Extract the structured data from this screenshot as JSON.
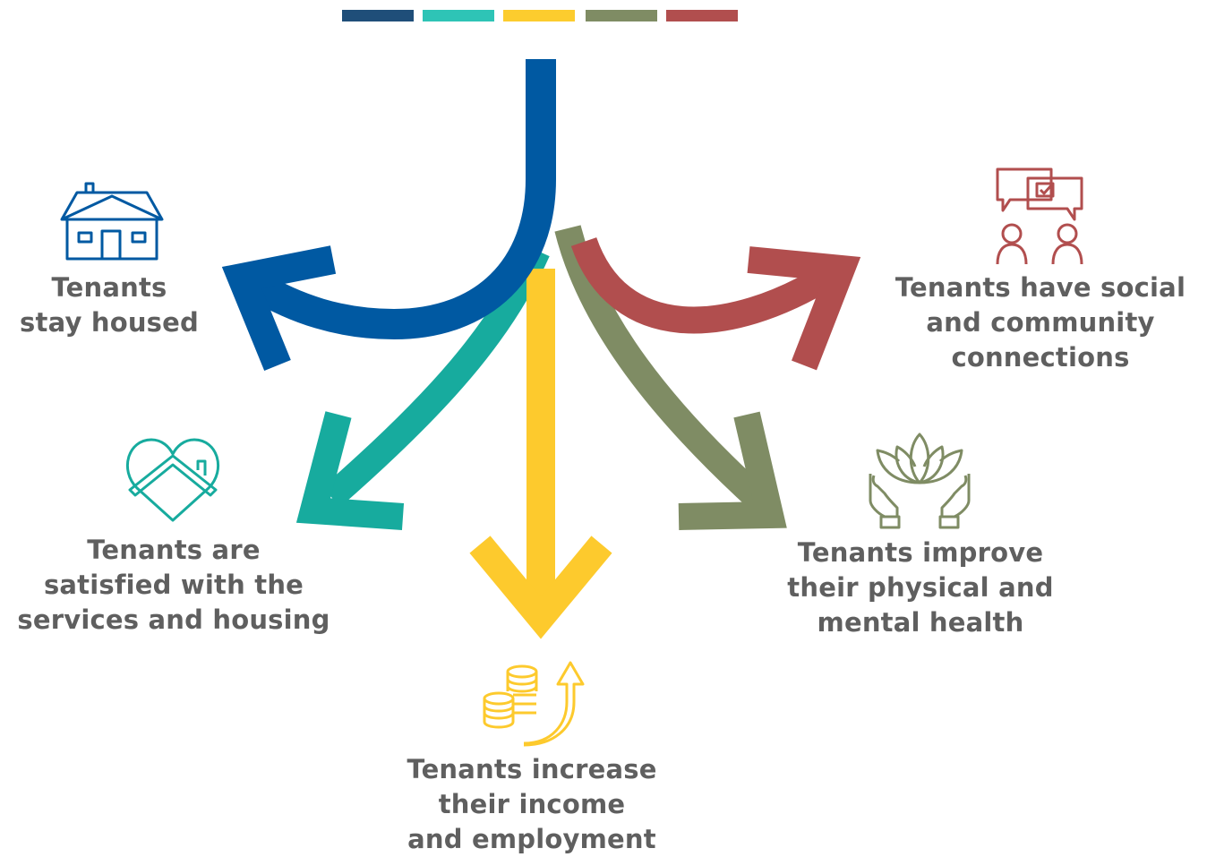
{
  "colors": {
    "bar_1": "#1f4e79",
    "bar_2": "#2ec4b6",
    "bar_3": "#fccc2e",
    "bar_4": "#7f8c64",
    "bar_5": "#b14e4e",
    "blue": "#0059a2",
    "teal": "#17ab9e",
    "yellow": "#fdca2d",
    "green": "#7f8c64",
    "red": "#b14e4e",
    "text": "#5f5f5f"
  },
  "outcomes": {
    "stay_housed": {
      "icon": "house-icon",
      "lines": [
        "Tenants",
        "stay housed"
      ]
    },
    "satisfied": {
      "icon": "heart-house-icon",
      "lines": [
        "Tenants are",
        "satisfied with the",
        "services and housing"
      ]
    },
    "income": {
      "icon": "coins-growth-icon",
      "lines": [
        "Tenants increase",
        "their income",
        "and employment"
      ]
    },
    "health": {
      "icon": "lotus-hands-icon",
      "lines": [
        "Tenants improve",
        "their physical and",
        "mental health"
      ]
    },
    "social": {
      "icon": "people-chat-icon",
      "lines": [
        "Tenants have social",
        "and community",
        "connections"
      ]
    }
  }
}
